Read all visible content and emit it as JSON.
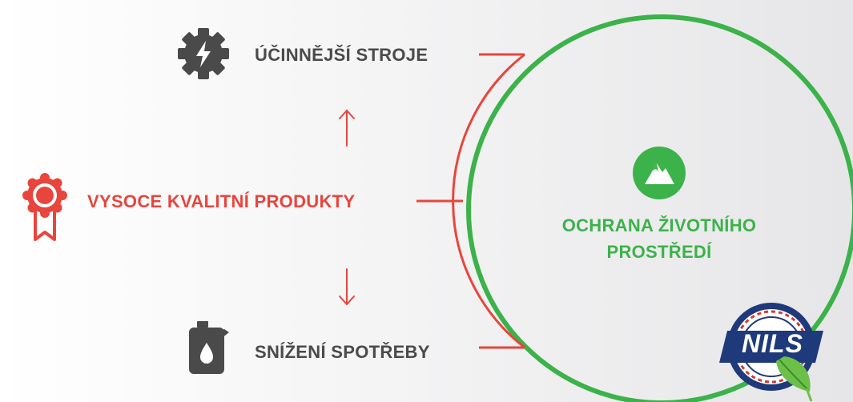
{
  "items": {
    "top": {
      "label": "ÚČINNĚJŠÍ STROJE",
      "icon": "gear-lightning-icon"
    },
    "middle": {
      "label": "VYSOCE KVALITNÍ PRODUKTY",
      "icon": "award-ribbon-icon"
    },
    "bottom": {
      "label": "SNÍŽENÍ SPOTŘEBY",
      "icon": "oil-canister-icon"
    }
  },
  "center": {
    "line1": "OCHRANA ŽIVOTNÍHO",
    "line2": "PROSTŘEDÍ",
    "icon": "mountain-icon"
  },
  "logo": {
    "text": "NILS",
    "icon": "leaf-icon"
  },
  "colors": {
    "red": "#e8453c",
    "green": "#3cb24a",
    "gray": "#4a4a4a",
    "navy": "#1f3a7a"
  }
}
